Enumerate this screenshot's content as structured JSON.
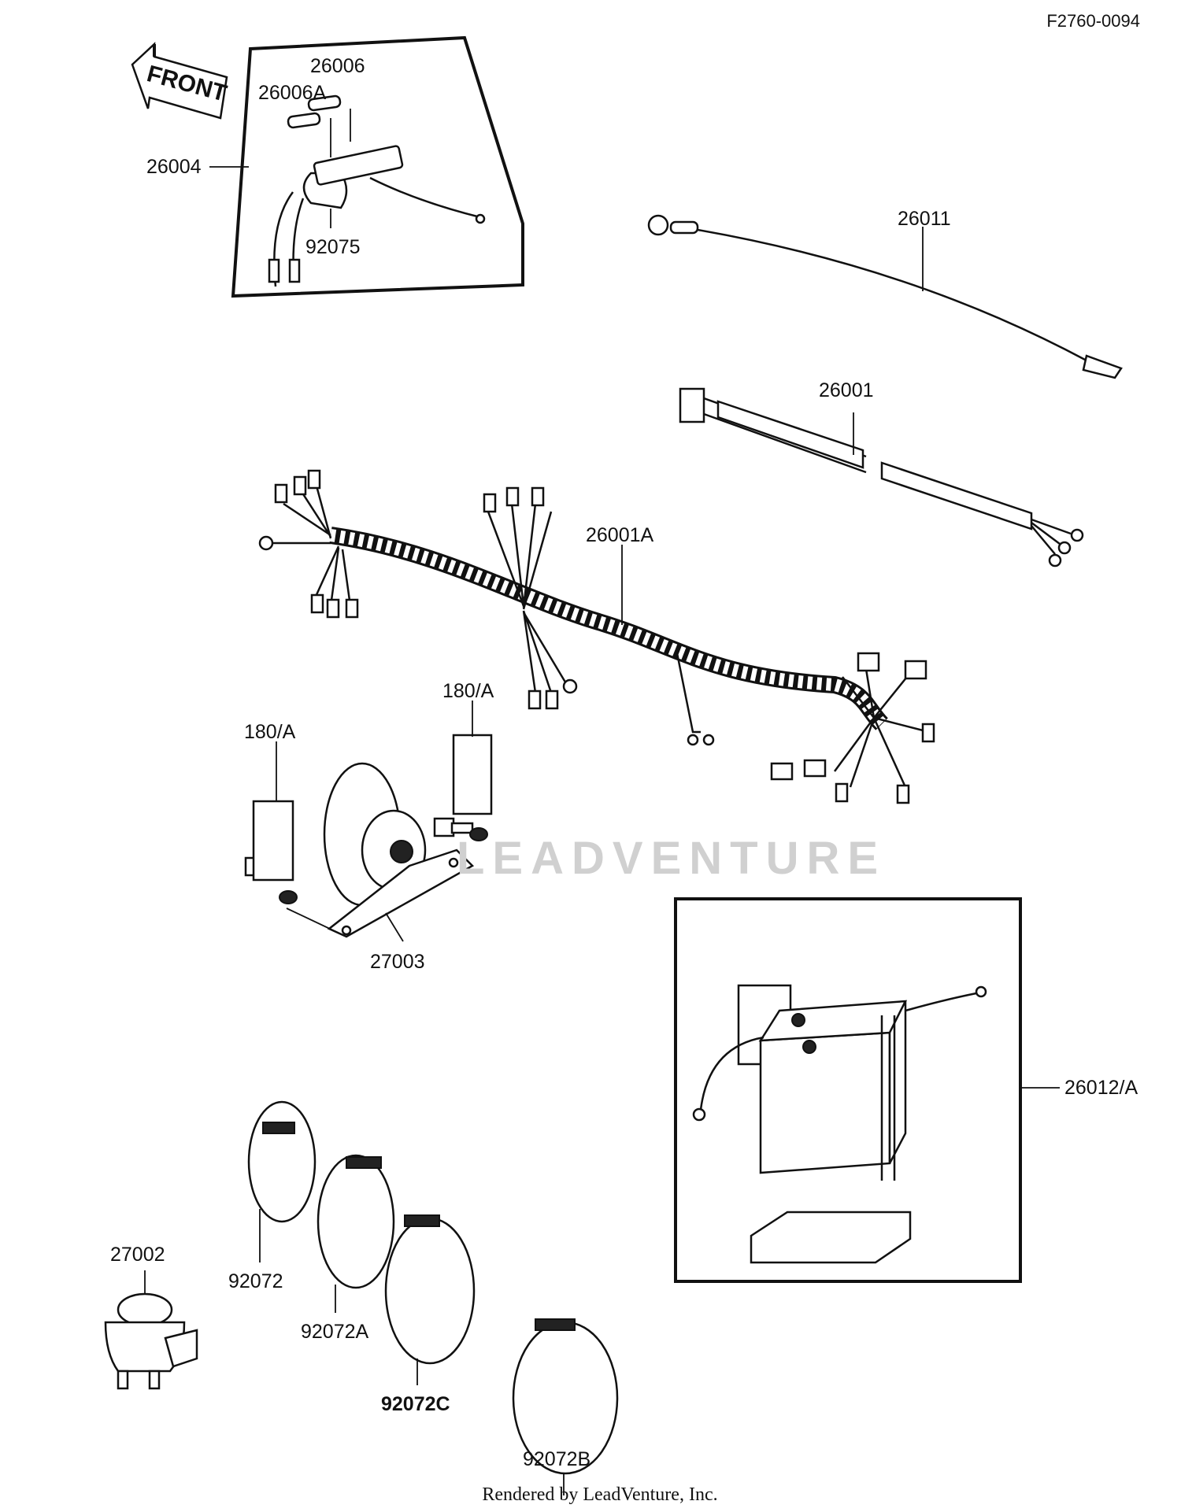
{
  "diagram_code": "F2760-0094",
  "front_arrow_label": "FRONT",
  "footer_text": "Rendered by LeadVenture, Inc.",
  "watermark_text": "LEADVENTURE",
  "parts": {
    "p26006": "26006",
    "p26006A": "26006A",
    "p26004": "26004",
    "p92075": "92075",
    "p26011": "26011",
    "p26001": "26001",
    "p26001A": "26001A",
    "p180A_right": "180/A",
    "p180A_left": "180/A",
    "p27003": "27003",
    "p26012A": "26012/A",
    "p27002": "27002",
    "p92072": "92072",
    "p92072A": "92072A",
    "p92072C": "92072C",
    "p92072B": "92072B"
  }
}
